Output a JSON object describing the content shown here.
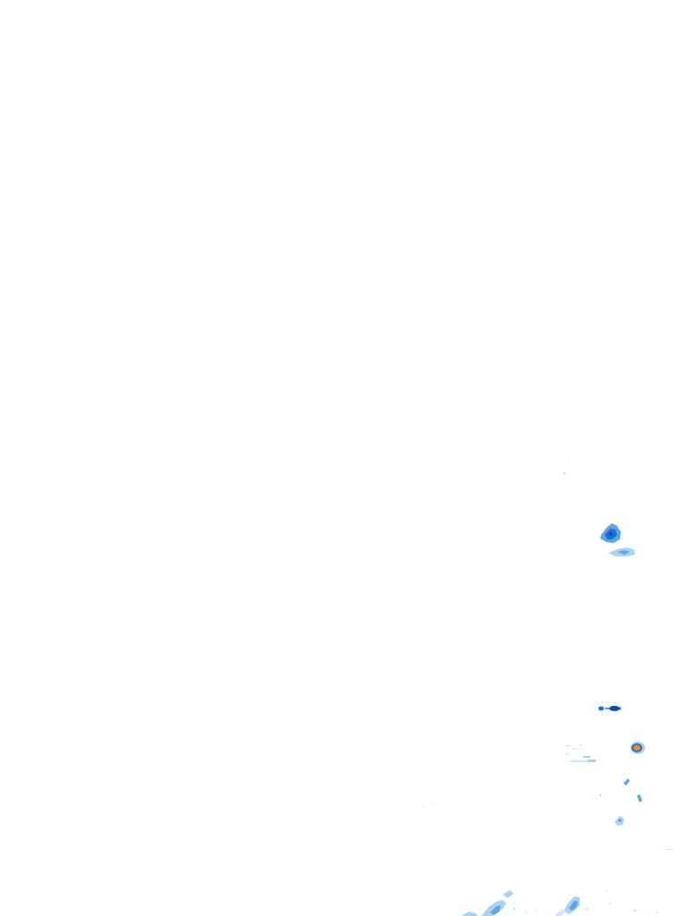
{
  "map": {
    "layer": "precipitation-radar-overlay",
    "background_color": "#ffffff",
    "palette": {
      "light": "#a9d2f3",
      "medium": "#5aa6e6",
      "strong": "#1f6fd0",
      "heavy": "#0f4fb0",
      "intense_core": "#f08a24"
    },
    "echoes": [
      {
        "name": "echo-cell-upper",
        "intensity": "strong"
      },
      {
        "name": "echo-cell-upper-tail",
        "intensity": "light"
      },
      {
        "name": "echo-band-middle",
        "intensity": "heavy"
      },
      {
        "name": "echo-cell-intense",
        "intensity": "intense"
      },
      {
        "name": "echo-scatter-left",
        "intensity": "light"
      },
      {
        "name": "echo-scatter-right",
        "intensity": "medium"
      },
      {
        "name": "echo-cluster-bottom-left",
        "intensity": "medium"
      },
      {
        "name": "echo-cluster-bottom-right",
        "intensity": "medium"
      }
    ]
  }
}
